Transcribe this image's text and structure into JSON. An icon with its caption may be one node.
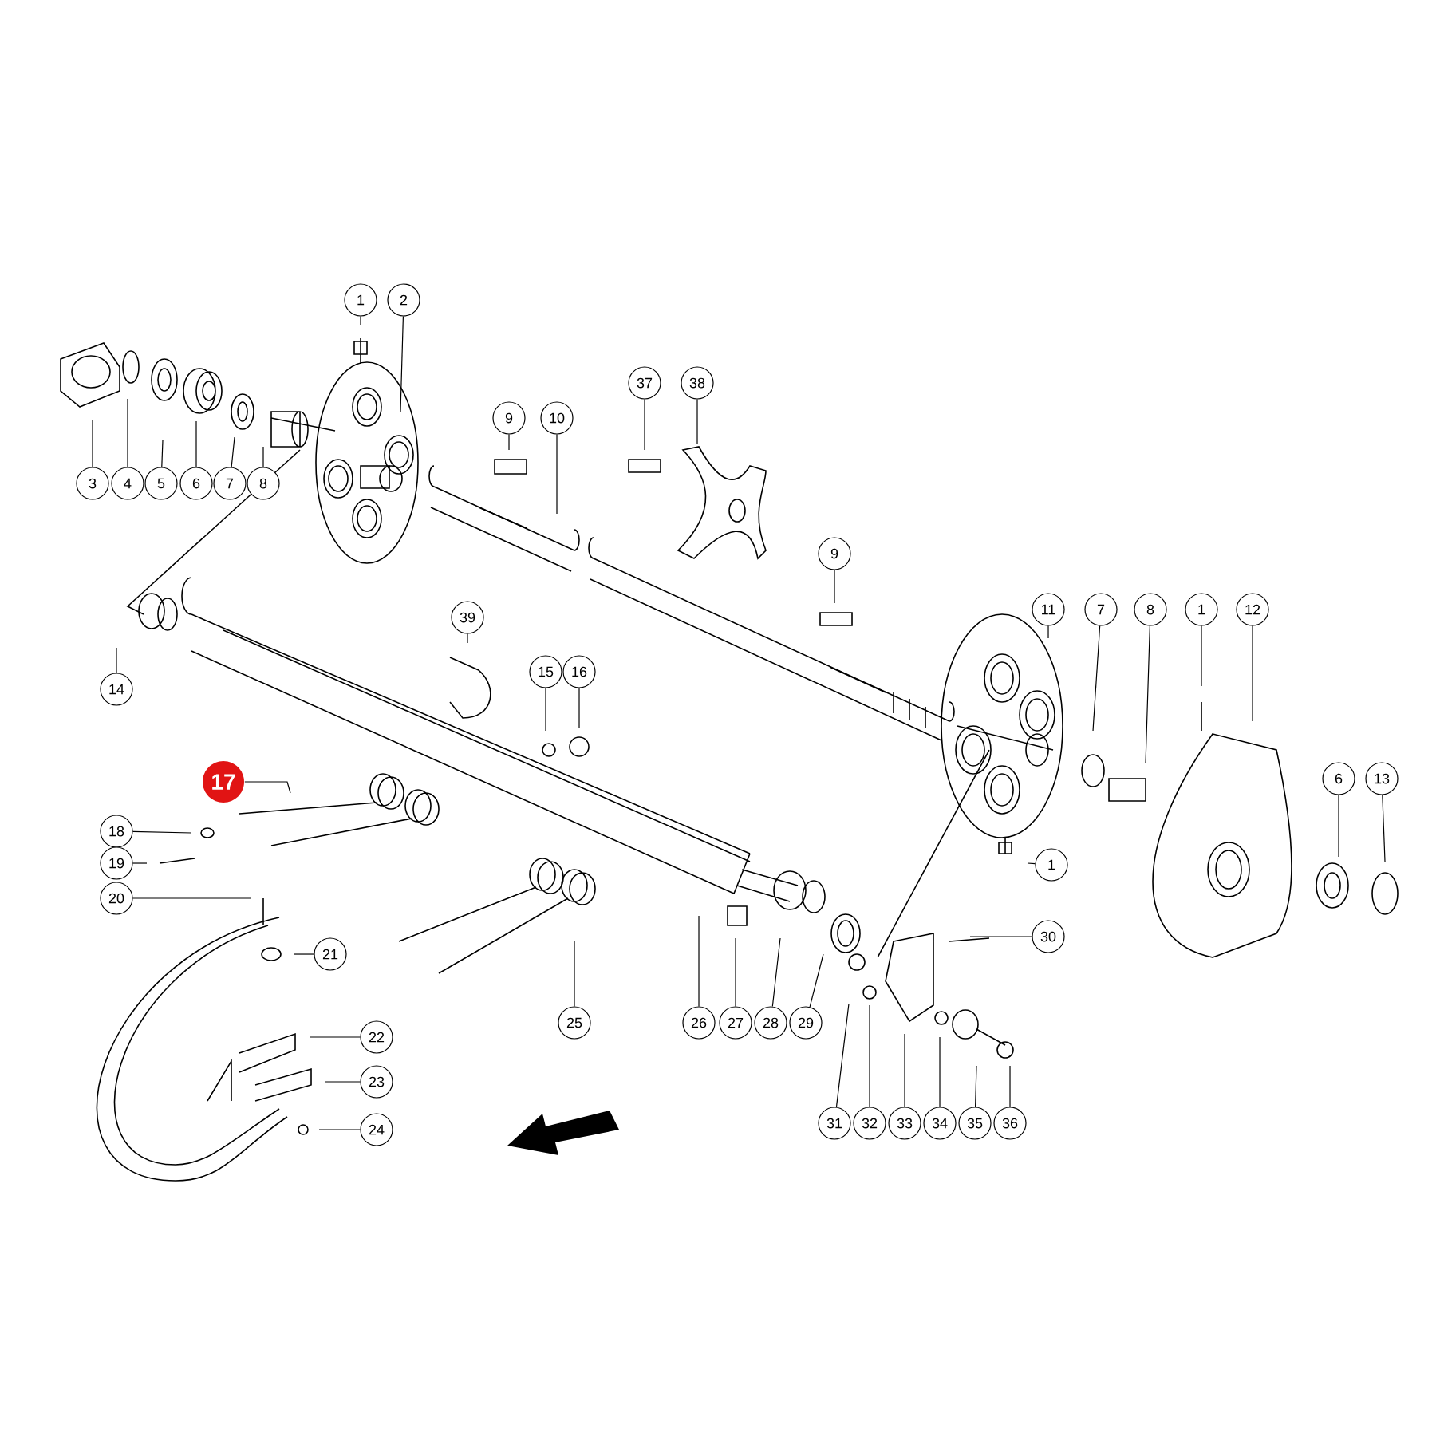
{
  "diagram": {
    "nodes": [
      {
        "text": [
          "1"
        ]
      },
      {
        "text": [
          "2"
        ]
      },
      {
        "text": [
          "37"
        ]
      },
      {
        "text": [
          "38"
        ]
      },
      {
        "text": [
          "9"
        ]
      },
      {
        "text": [
          "10"
        ]
      },
      {
        "text": [
          "3"
        ]
      },
      {
        "text": [
          "4"
        ]
      },
      {
        "text": [
          "5"
        ]
      },
      {
        "text": [
          "6"
        ]
      },
      {
        "text": [
          "7"
        ]
      },
      {
        "text": [
          "8"
        ]
      },
      {
        "text": [
          "9"
        ]
      },
      {
        "text": [
          "11"
        ]
      },
      {
        "text": [
          "7"
        ]
      },
      {
        "text": [
          "8"
        ]
      },
      {
        "text": [
          "1"
        ]
      },
      {
        "text": [
          "12"
        ]
      },
      {
        "text": [
          "39"
        ]
      },
      {
        "text": [
          "15"
        ]
      },
      {
        "text": [
          "16"
        ]
      },
      {
        "text": [
          "14"
        ]
      },
      {
        "text": [
          "6"
        ]
      },
      {
        "text": [
          "13"
        ]
      },
      {
        "text": [
          "17"
        ]
      },
      {
        "text": [
          "18"
        ]
      },
      {
        "text": [
          "19"
        ]
      },
      {
        "text": [
          "1"
        ]
      },
      {
        "text": [
          "20"
        ]
      },
      {
        "text": [
          "30"
        ]
      },
      {
        "text": [
          "21"
        ]
      },
      {
        "text": [
          "25"
        ]
      },
      {
        "text": [
          "26"
        ]
      },
      {
        "text": [
          "27"
        ]
      },
      {
        "text": [
          "28"
        ]
      },
      {
        "text": [
          "29"
        ]
      },
      {
        "text": [
          "22"
        ]
      },
      {
        "text": [
          "23"
        ]
      },
      {
        "text": [
          "31"
        ]
      },
      {
        "text": [
          "32"
        ]
      },
      {
        "text": [
          "33"
        ]
      },
      {
        "text": [
          "34"
        ]
      },
      {
        "text": [
          "35"
        ]
      },
      {
        "text": [
          "36"
        ]
      },
      {
        "text": [
          "24"
        ]
      }
    ],
    "edges": [
      {
        "from": 0,
        "to": null,
        "arrow": "none"
      },
      {
        "from": 1,
        "to": null,
        "arrow": "none"
      },
      {
        "from": 2,
        "to": null,
        "arrow": "none"
      },
      {
        "from": 3,
        "to": null,
        "arrow": "none"
      },
      {
        "from": 4,
        "to": null,
        "arrow": "none"
      },
      {
        "from": 5,
        "to": null,
        "arrow": "none"
      },
      {
        "from": 6,
        "to": null,
        "arrow": "none"
      },
      {
        "from": 7,
        "to": null,
        "arrow": "none"
      },
      {
        "from": 8,
        "to": null,
        "arrow": "none"
      },
      {
        "from": 9,
        "to": null,
        "arrow": "none"
      },
      {
        "from": 10,
        "to": null,
        "arrow": "none"
      },
      {
        "from": 11,
        "to": null,
        "arrow": "none"
      },
      {
        "from": 12,
        "to": null,
        "arrow": "none"
      },
      {
        "from": 13,
        "to": null,
        "arrow": "none"
      },
      {
        "from": 14,
        "to": null,
        "arrow": "none"
      },
      {
        "from": 15,
        "to": null,
        "arrow": "none"
      },
      {
        "from": 16,
        "to": null,
        "arrow": "none"
      },
      {
        "from": 17,
        "to": null,
        "arrow": "none"
      },
      {
        "from": 18,
        "to": null,
        "arrow": "none"
      },
      {
        "from": 19,
        "to": null,
        "arrow": "none"
      },
      {
        "from": 20,
        "to": null,
        "arrow": "none"
      },
      {
        "from": 21,
        "to": null,
        "arrow": "none"
      },
      {
        "from": 22,
        "to": null,
        "arrow": "none"
      },
      {
        "from": 23,
        "to": null,
        "arrow": "none"
      },
      {
        "from": 24,
        "to": null,
        "arrow": "none"
      },
      {
        "from": 25,
        "to": null,
        "arrow": "none"
      },
      {
        "from": 26,
        "to": null,
        "arrow": "none"
      },
      {
        "from": 27,
        "to": null,
        "arrow": "none"
      },
      {
        "from": 28,
        "to": null,
        "arrow": "none"
      },
      {
        "from": 29,
        "to": null,
        "arrow": "none"
      },
      {
        "from": 30,
        "to": null,
        "arrow": "none"
      },
      {
        "from": 31,
        "to": null,
        "arrow": "none"
      },
      {
        "from": 32,
        "to": null,
        "arrow": "none"
      },
      {
        "from": 33,
        "to": null,
        "arrow": "none"
      },
      {
        "from": 34,
        "to": null,
        "arrow": "none"
      },
      {
        "from": 35,
        "to": null,
        "arrow": "none"
      },
      {
        "from": 36,
        "to": null,
        "arrow": "none"
      },
      {
        "from": 37,
        "to": null,
        "arrow": "none"
      },
      {
        "from": 38,
        "to": null,
        "arrow": "none"
      },
      {
        "from": 39,
        "to": null,
        "arrow": "none"
      },
      {
        "from": 40,
        "to": null,
        "arrow": "none"
      },
      {
        "from": 41,
        "to": null,
        "arrow": "none"
      },
      {
        "from": 42,
        "to": null,
        "arrow": "none"
      },
      {
        "from": 43,
        "to": null,
        "arrow": "none"
      },
      {
        "from": 44,
        "to": null,
        "arrow": "none"
      }
    ]
  }
}
